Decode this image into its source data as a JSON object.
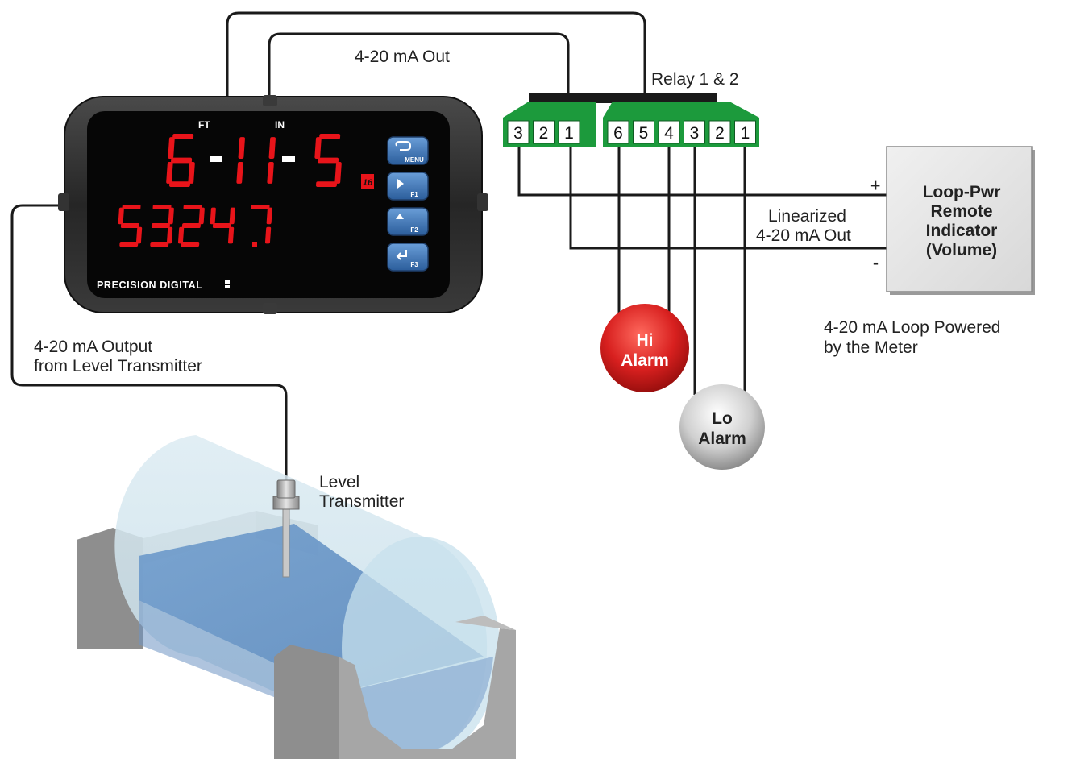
{
  "meter": {
    "brand": "PRECISION DIGITAL",
    "unit_left": "FT",
    "unit_right": "IN",
    "display_top": {
      "feet": "6",
      "inches": "11",
      "sixteenths": "5"
    },
    "sixteenths_tag": "16",
    "display_bottom": "5324.7",
    "buttons": [
      "MENU",
      "F1",
      "F2",
      "F3"
    ],
    "display_color": "#e8141a"
  },
  "labels": {
    "out_signal": "4-20 mA Out",
    "relay": "Relay 1 & 2",
    "linearized": [
      "Linearized",
      "4-20 mA Out"
    ],
    "plus": "+",
    "minus": "-",
    "loop_powered": [
      "4-20 mA Loop Powered",
      "by the Meter"
    ],
    "transmitter_signal": [
      "4-20 mA Output",
      "from Level Transmitter"
    ],
    "transmitter": [
      "Level",
      "Transmitter"
    ]
  },
  "terminals": {
    "output_block": [
      "3",
      "2",
      "1"
    ],
    "relay_block": [
      "6",
      "5",
      "4",
      "3",
      "2",
      "1"
    ],
    "block_color": "#1c9a3c"
  },
  "remote_indicator": {
    "lines": [
      "Loop-Pwr",
      "Remote",
      "Indicator",
      "(Volume)"
    ]
  },
  "alarms": {
    "hi": {
      "lines": [
        "Hi",
        "Alarm"
      ],
      "color": "#d8201f"
    },
    "lo": {
      "lines": [
        "Lo",
        "Alarm"
      ],
      "color": "#c9c9c9"
    }
  }
}
